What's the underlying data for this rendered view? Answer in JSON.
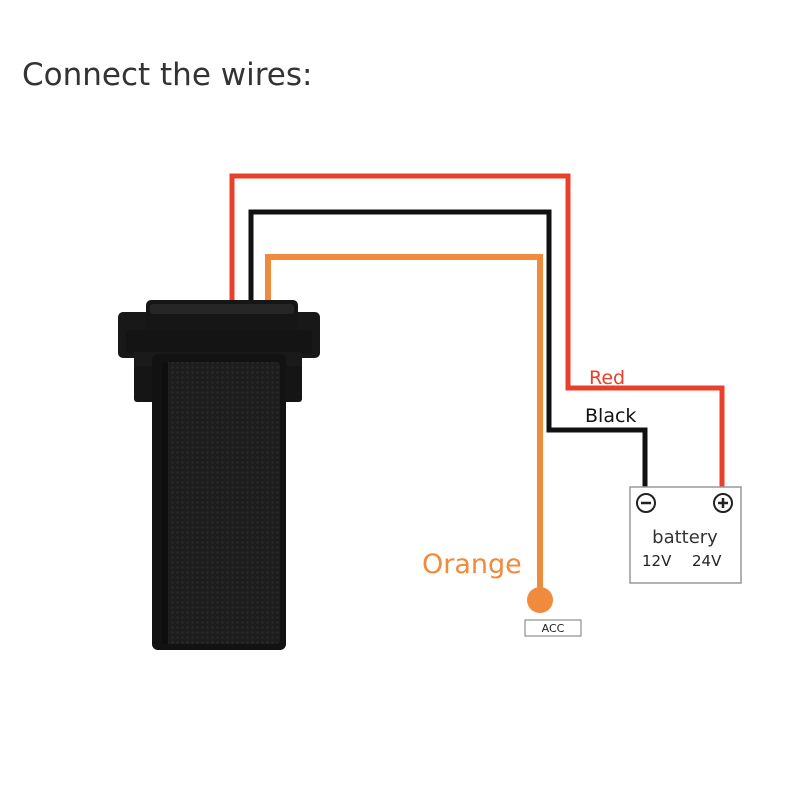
{
  "title": "Connect the wires:",
  "colors": {
    "red_wire": "#e8402a",
    "black_wire": "#111111",
    "orange_wire": "#f08a3c",
    "device_body": "#1c1c1c",
    "acc_dot": "#f08a3c"
  },
  "wires": {
    "red": {
      "label": "Red"
    },
    "black": {
      "label": "Black"
    },
    "orange": {
      "label": "Orange"
    }
  },
  "battery": {
    "label": "battery",
    "negative_symbol": "−",
    "positive_symbol": "+",
    "voltage_12": "12V",
    "voltage_24": "24V"
  },
  "acc": {
    "label": "ACC"
  },
  "icons": {
    "device": "gps-tracker-device-icon",
    "negative": "minus-terminal-icon",
    "positive": "plus-terminal-icon"
  }
}
